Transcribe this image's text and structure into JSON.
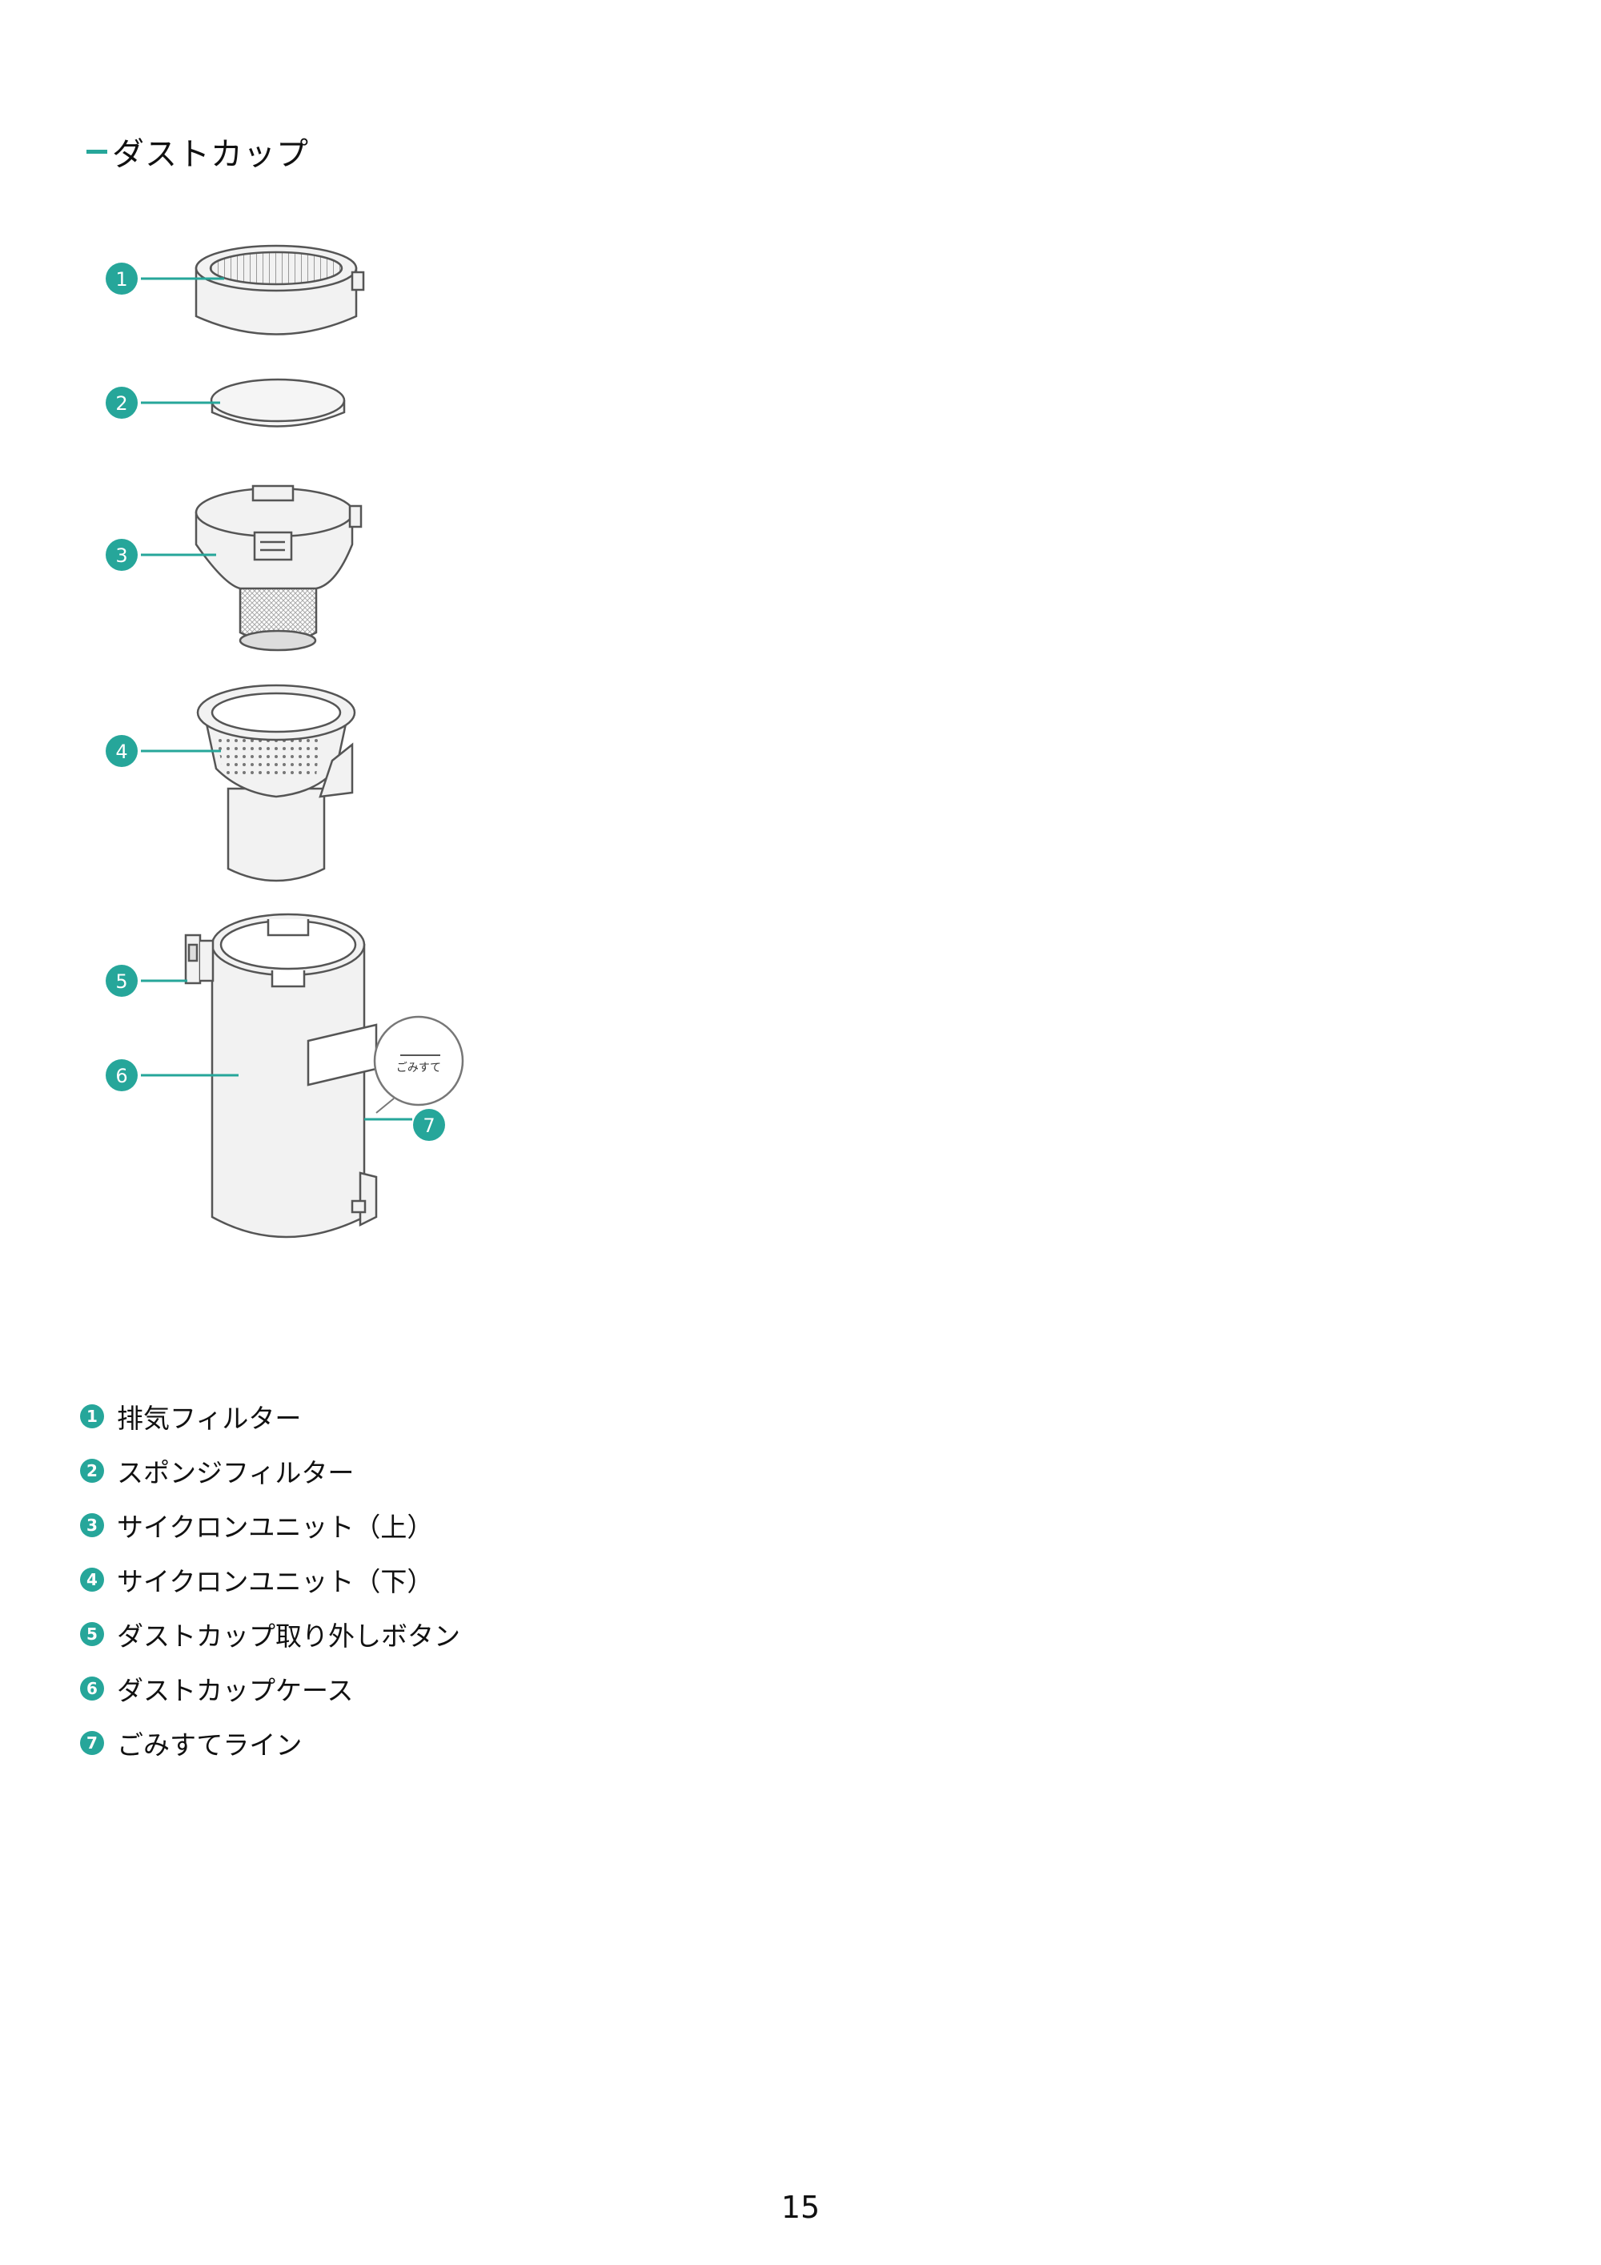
{
  "section": {
    "title": "ダストカップ"
  },
  "callouts": [
    "1",
    "2",
    "3",
    "4",
    "5",
    "6",
    "7"
  ],
  "line_label": "ごみすて",
  "legend": [
    {
      "num": "1",
      "label": "排気フィルター"
    },
    {
      "num": "2",
      "label": "スポンジフィルター"
    },
    {
      "num": "3",
      "label": "サイクロンユニット（上）"
    },
    {
      "num": "4",
      "label": "サイクロンユニット（下）"
    },
    {
      "num": "5",
      "label": "ダストカップ取り外しボタン"
    },
    {
      "num": "6",
      "label": "ダストカップケース"
    },
    {
      "num": "7",
      "label": "ごみすてライン"
    }
  ],
  "page": {
    "number": "15"
  },
  "colors": {
    "accent": "#26a69a",
    "part_stroke": "#555555",
    "part_fill": "#f2f2f2"
  }
}
